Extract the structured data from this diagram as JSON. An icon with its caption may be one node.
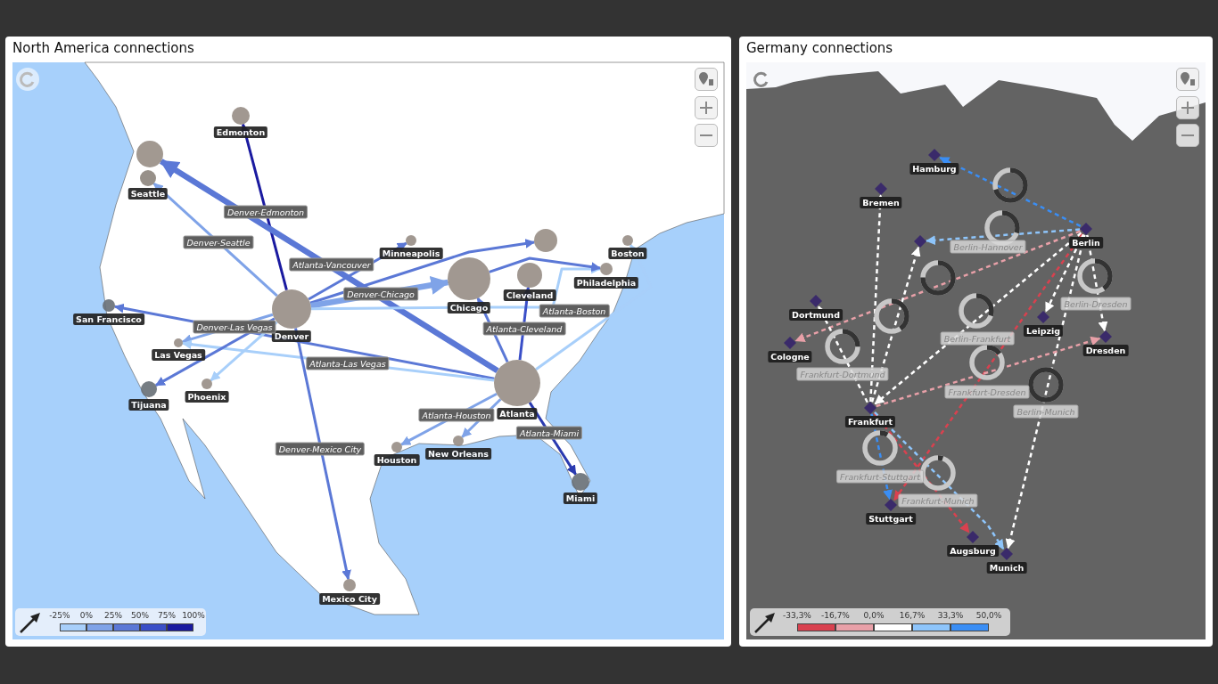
{
  "diagram": {
    "nodes": [
      {
        "text": [
          "North America connections"
        ]
      },
      {
        "text": [
          "Germany connections"
        ]
      },
      {
        "text": [
          "Edmonton"
        ],
        "in": 0
      },
      {
        "text": [],
        "shape": "circle",
        "in": 0
      },
      {
        "text": [
          "Seattle"
        ],
        "in": 0
      },
      {
        "text": [
          "Minneapolis"
        ],
        "in": 0
      },
      {
        "text": [],
        "shape": "circle",
        "in": 0
      },
      {
        "text": [
          "Boston"
        ],
        "in": 0
      },
      {
        "text": [
          "San Francisco"
        ],
        "in": 0
      },
      {
        "text": [
          "Denver"
        ],
        "in": 0
      },
      {
        "text": [
          "Chicago"
        ],
        "in": 0
      },
      {
        "text": [
          "Cleveland"
        ],
        "in": 0
      },
      {
        "text": [
          "Philadelphia"
        ],
        "in": 0
      },
      {
        "text": [
          "Las Vegas"
        ],
        "in": 0
      },
      {
        "text": [
          "Atlanta"
        ],
        "in": 0
      },
      {
        "text": [
          "Phoenix"
        ],
        "in": 0
      },
      {
        "text": [
          "Tijuana"
        ],
        "in": 0
      },
      {
        "text": [
          "Houston"
        ],
        "in": 0
      },
      {
        "text": [
          "New Orleans"
        ],
        "in": 0
      },
      {
        "text": [
          "Miami"
        ],
        "in": 0
      },
      {
        "text": [
          "Mexico City"
        ],
        "in": 0
      },
      {
        "text": [
          "Hamburg"
        ],
        "in": 1
      },
      {
        "text": [
          "Bremen"
        ],
        "in": 1
      },
      {
        "text": [],
        "shape": "diamond",
        "in": 1
      },
      {
        "text": [
          "Berlin"
        ],
        "in": 1
      },
      {
        "text": [
          "Dortmund"
        ],
        "in": 1
      },
      {
        "text": [
          "Cologne"
        ],
        "in": 1
      },
      {
        "text": [
          "Leipzig"
        ],
        "in": 1
      },
      {
        "text": [
          "Dresden"
        ],
        "in": 1
      },
      {
        "text": [
          "Frankfurt"
        ],
        "in": 1
      },
      {
        "text": [
          "Stuttgart"
        ],
        "in": 1
      },
      {
        "text": [
          "Augsburg"
        ],
        "in": 1
      },
      {
        "text": [
          "Munich"
        ],
        "in": 1
      }
    ],
    "edges": [
      {
        "from": 9,
        "to": 2,
        "arrow": "to",
        "label": "Denver-Edmonton",
        "color": "#1a1aa0"
      },
      {
        "from": 9,
        "to": 4,
        "arrow": "to",
        "label": "Denver-Seattle",
        "color": "#7fa3e8"
      },
      {
        "from": 14,
        "to": 3,
        "arrow": "to",
        "label": "Atlanta-Vancouver",
        "style": "thick",
        "color": "#5b78d6"
      },
      {
        "from": 9,
        "to": 5,
        "arrow": "to",
        "color": "#5b78d6"
      },
      {
        "from": 9,
        "to": 6,
        "arrow": "to",
        "color": "#5b78d6"
      },
      {
        "from": 9,
        "to": 10,
        "arrow": "to",
        "label": "Denver-Chicago",
        "style": "thick",
        "color": "#7fa3e8"
      },
      {
        "from": 9,
        "to": 12,
        "arrow": "to",
        "color": "#a8cffa"
      },
      {
        "from": 14,
        "to": 8,
        "arrow": "to",
        "color": "#5b78d6"
      },
      {
        "from": 9,
        "to": 13,
        "arrow": "to",
        "label": "Denver-Las Vegas",
        "color": "#7fa3e8"
      },
      {
        "from": 14,
        "to": 13,
        "arrow": "to",
        "label": "Atlanta-Las Vegas",
        "color": "#a8cffa"
      },
      {
        "from": 9,
        "to": 16,
        "arrow": "to",
        "color": "#5b78d6"
      },
      {
        "from": 9,
        "to": 15,
        "arrow": "to",
        "color": "#a8cffa"
      },
      {
        "from": 9,
        "to": 20,
        "arrow": "to",
        "label": "Denver-Mexico City",
        "color": "#5b78d6"
      },
      {
        "from": 14,
        "to": 10,
        "arrow": "to",
        "color": "#5b78d6"
      },
      {
        "from": 14,
        "to": 11,
        "arrow": "to",
        "label": "Atlanta-Cleveland",
        "color": "#3a4fc8"
      },
      {
        "from": 14,
        "to": 7,
        "arrow": "to",
        "label": "Atlanta-Boston",
        "color": "#a8cffa"
      },
      {
        "from": 14,
        "to": 17,
        "arrow": "to",
        "label": "Atlanta-Houston",
        "color": "#7fa3e8"
      },
      {
        "from": 14,
        "to": 18,
        "arrow": "to",
        "color": "#7fa3e8"
      },
      {
        "from": 14,
        "to": 19,
        "arrow": "to",
        "label": "Atlanta-Miami",
        "color": "#2a3ab0"
      },
      {
        "from": 10,
        "to": 12,
        "arrow": "to",
        "color": "#5b78d6"
      },
      {
        "from": 24,
        "to": 21,
        "arrow": "to",
        "style": "dashed",
        "color": "#3a8ef5"
      },
      {
        "from": 24,
        "to": 23,
        "arrow": "to",
        "label": "Berlin-Hannover",
        "style": "dashed",
        "color": "#8ec5fb"
      },
      {
        "from": 24,
        "to": 26,
        "arrow": "to",
        "style": "dashed",
        "color": "#e8a0a8"
      },
      {
        "from": 24,
        "to": 29,
        "arrow": "to",
        "label": "Berlin-Frankfurt",
        "style": "dashed",
        "color": "#ffffff"
      },
      {
        "from": 24,
        "to": 30,
        "arrow": "to",
        "style": "dashed",
        "color": "#d9414f"
      },
      {
        "from": 24,
        "to": 27,
        "arrow": "to",
        "style": "dashed",
        "color": "#ffffff"
      },
      {
        "from": 24,
        "to": 28,
        "arrow": "to",
        "label": "Berlin-Dresden",
        "style": "dashed",
        "color": "#ffffff"
      },
      {
        "from": 24,
        "to": 32,
        "arrow": "to",
        "label": "Berlin-Munich",
        "style": "dashed",
        "color": "#ffffff"
      },
      {
        "from": 29,
        "to": 22,
        "arrow": "to",
        "style": "dashed",
        "color": "#ffffff"
      },
      {
        "from": 29,
        "to": 23,
        "arrow": "to",
        "style": "dashed",
        "color": "#ffffff"
      },
      {
        "from": 29,
        "to": 25,
        "arrow": "to",
        "label": "Frankfurt-Dortmund",
        "style": "dashed",
        "color": "#ffffff"
      },
      {
        "from": 29,
        "to": 28,
        "arrow": "to",
        "label": "Frankfurt-Dresden",
        "style": "dashed",
        "color": "#e8a0a8"
      },
      {
        "from": 29,
        "to": 30,
        "arrow": "to",
        "label": "Frankfurt-Stuttgart",
        "style": "dashed",
        "color": "#3a8ef5"
      },
      {
        "from": 29,
        "to": 31,
        "arrow": "to",
        "style": "dashed",
        "color": "#d9414f"
      },
      {
        "from": 29,
        "to": 32,
        "arrow": "to",
        "label": "Frankfurt-Munich",
        "style": "dashed",
        "color": "#8ec5fb"
      }
    ],
    "labels": [
      "100%",
      "50,0%"
    ],
    "legend": [
      {
        "text": "-25%",
        "color": "#a8cffa"
      },
      {
        "text": "0%",
        "color": "#7fa3e8"
      },
      {
        "text": "25%",
        "color": "#5b78d6"
      },
      {
        "text": "50%",
        "color": "#3a4fc8"
      },
      {
        "text": "75%",
        "color": "#1a1aa0"
      },
      {
        "text": "-33,3%",
        "color": "#d9414f"
      },
      {
        "text": "-16,7%",
        "color": "#e8a0a8"
      },
      {
        "text": "0,0%",
        "color": "#ffffff"
      },
      {
        "text": "16,7%",
        "color": "#8ec5fb"
      },
      {
        "text": "33,3%",
        "color": "#3a8ef5"
      }
    ]
  }
}
